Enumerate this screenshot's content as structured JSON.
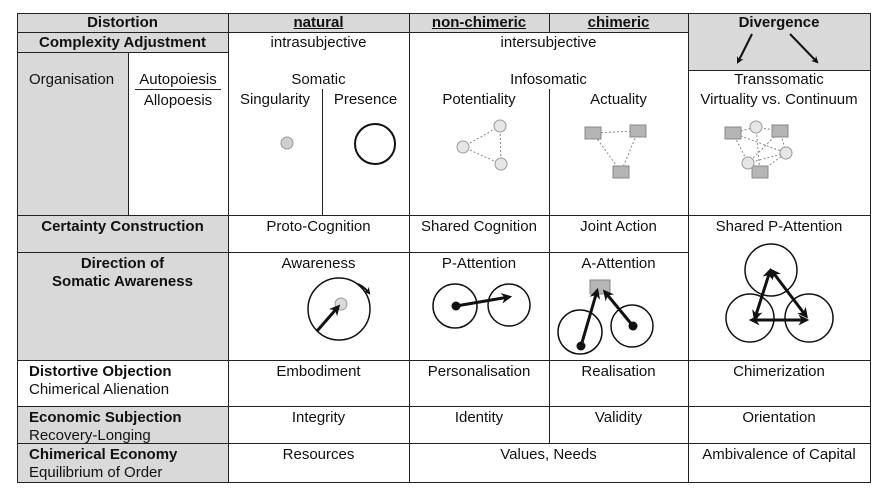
{
  "columns": {
    "distortion": "Distortion",
    "natural": "natural",
    "non_chimeric": "non-chimeric",
    "chimeric": "chimeric",
    "divergence": "Divergence"
  },
  "complexity": {
    "label": "Complexity Adjustment",
    "intra": "intrasubjective",
    "inter": "intersubjective"
  },
  "organisation": {
    "label": "Organisation",
    "autopoiesis": "Autopoiesis",
    "allopoesis": "Allopoesis",
    "somatic": "Somatic",
    "singularity": "Singularity",
    "presence": "Presence",
    "infosomatic": "Infosomatic",
    "potentiality": "Potentiality",
    "actuality": "Actuality",
    "transsomatic": "Transsomatic",
    "virtuality": "Virtuality vs. Continuum"
  },
  "certainty": {
    "label": "Certainty Construction",
    "proto": "Proto-Cognition",
    "shared": "Shared Cognition",
    "joint": "Joint Action",
    "shared_p": "Shared P-Attention"
  },
  "direction": {
    "label_line1": "Direction of",
    "label_line2": "Somatic Awareness",
    "awareness": "Awareness",
    "p_attention": "P-Attention",
    "a_attention": "A-Attention"
  },
  "distortive": {
    "label": "Distortive Objection",
    "sublabel": "Chimerical Alienation",
    "embodiment": "Embodiment",
    "personalisation": "Personalisation",
    "realisation": "Realisation",
    "chimerization": "Chimerization"
  },
  "economic": {
    "label": "Economic Subjection",
    "sublabel": "Recovery-Longing",
    "integrity": "Integrity",
    "identity": "Identity",
    "validity": "Validity",
    "orientation": "Orientation"
  },
  "chimerical": {
    "label": "Chimerical Economy",
    "sublabel": "Equilibrium of Order",
    "resources": "Resources",
    "values": "Values, Needs",
    "ambivalence": "Ambivalence of Capital"
  },
  "colors": {
    "shade": "#d9d9d9",
    "node_fill": "#cfcfcf",
    "node_stroke": "#9a9a9a",
    "line": "#222222"
  },
  "icons": [
    "small-circle-icon",
    "large-circle-icon",
    "triangle-network-icon",
    "square-network-icon",
    "mixed-network-icon",
    "divergence-arrows-icon",
    "awareness-icon",
    "p-attention-icon",
    "a-attention-icon",
    "shared-p-attention-icon"
  ]
}
